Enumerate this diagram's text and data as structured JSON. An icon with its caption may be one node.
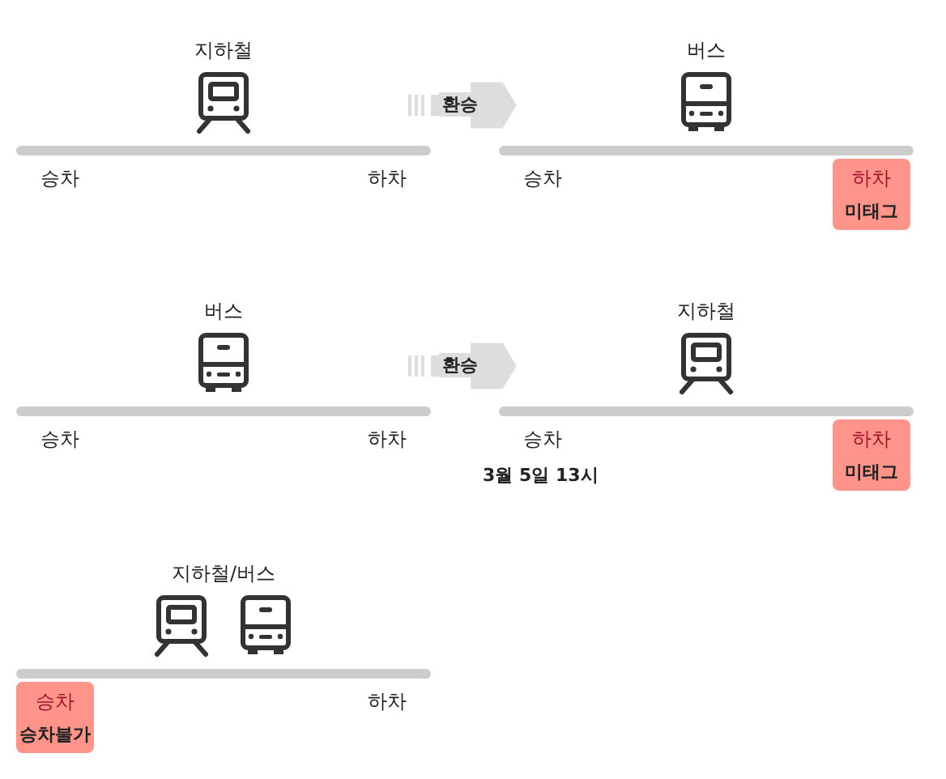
{
  "diagram": {
    "nodes": [
      {
        "text": [
          "지하철"
        ]
      },
      {
        "text": [
          "승차"
        ]
      },
      {
        "text": [
          "하차"
        ]
      },
      {
        "text": [
          "버스"
        ]
      },
      {
        "text": [
          "승차"
        ]
      },
      {
        "text": [
          "하차",
          "미태그"
        ]
      },
      {
        "text": [
          "버스"
        ]
      },
      {
        "text": [
          "승차"
        ]
      },
      {
        "text": [
          "하차"
        ]
      },
      {
        "text": [
          "지하철"
        ]
      },
      {
        "text": [
          "승차"
        ],
        "beside": [
          "3월 5일 13시"
        ]
      },
      {
        "text": [
          "하차",
          "미태그"
        ]
      },
      {
        "text": [
          "지하철/버스"
        ]
      },
      {
        "text": [
          "승차",
          "승차불가"
        ]
      },
      {
        "text": [
          "하차"
        ]
      }
    ],
    "edges": [
      {
        "from": 0,
        "to": 3,
        "arrow": "to",
        "label": "환승"
      },
      {
        "from": 6,
        "to": 9,
        "arrow": "to",
        "label": "환승"
      }
    ]
  }
}
